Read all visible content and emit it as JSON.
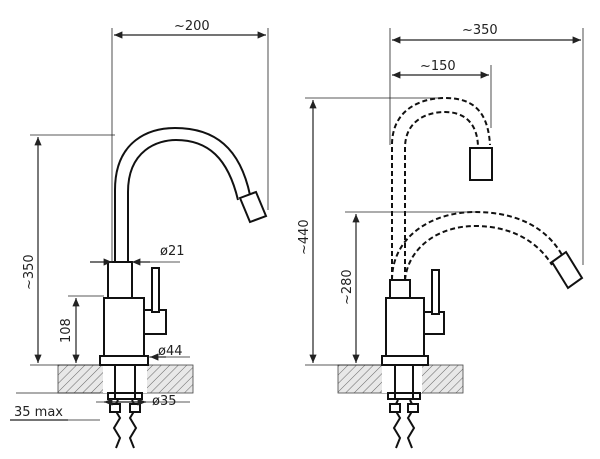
{
  "dimensions": {
    "left_spout_width": "~200",
    "left_height": "~350",
    "left_base_height": "108",
    "left_body_diameter": "ø21",
    "left_base_diameter": "ø44",
    "left_hole_diameter": "ø35",
    "left_counter_thickness": "35 max",
    "right_spout_width": "~350",
    "right_nozzle_offset": "~150",
    "right_max_height": "~440",
    "right_low_height": "~280"
  },
  "colors": {
    "ink": "#222222",
    "counter_hatch": "#666666",
    "background": "#ffffff"
  }
}
